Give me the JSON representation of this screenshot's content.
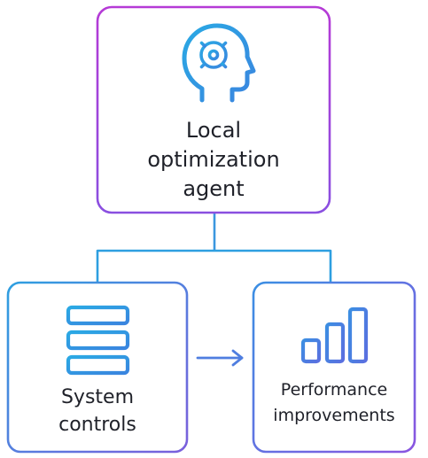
{
  "nodes": {
    "top": {
      "lines": [
        "Local",
        "optimization",
        "agent"
      ],
      "icon": "head-gear-icon"
    },
    "left": {
      "lines": [
        "System",
        "controls"
      ],
      "icon": "stacked-controls-icon"
    },
    "right": {
      "lines": [
        "Performance",
        "improvements"
      ],
      "icon": "bar-chart-icon"
    }
  },
  "colors": {
    "purple": "#b53ad6",
    "blue": "#2e9fe0",
    "violet": "#7b5fdc",
    "text": "#1f2129"
  }
}
